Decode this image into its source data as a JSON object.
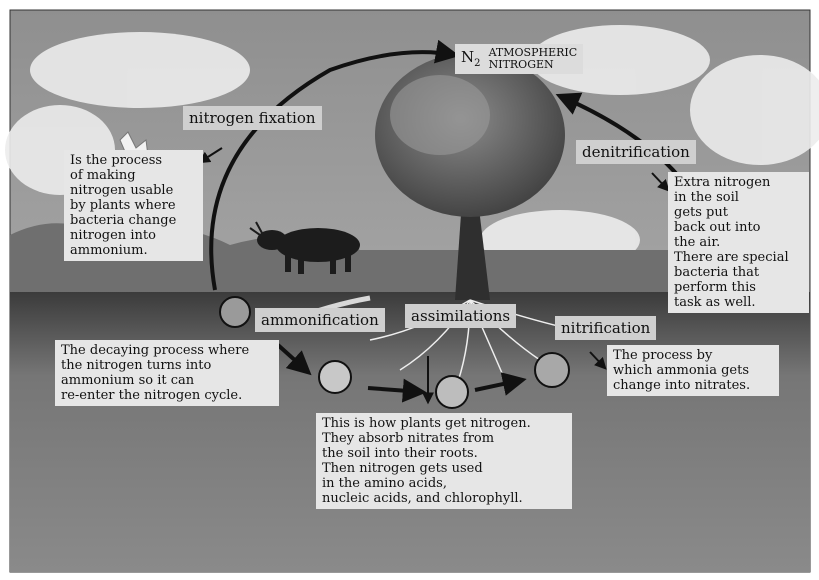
{
  "atmospheric": {
    "symbol": "N",
    "subscript": "2",
    "text": "ATMOSPHERIC\nNITROGEN"
  },
  "fixation": {
    "title": "nitrogen fixation",
    "desc": "Is the process\nof making\nnitrogen usable\nby plants where\nbacteria change\nnitrogen into\nammonium."
  },
  "denitrification": {
    "title": "denitrification",
    "desc": "Extra nitrogen\nin the soil\ngets put\nback out into\nthe air.\nThere are special\nbacteria that\nperform this\ntask as well."
  },
  "ammonification": {
    "title": "ammonification",
    "desc": "The decaying process where\nthe nitrogen turns into\nammonium so it can\nre-enter the nitrogen cycle."
  },
  "assimilation": {
    "title": "assimilations",
    "desc": "This is how plants get nitrogen.\nThey absorb nitrates from\nthe soil into their roots.\nThen nitrogen gets used\nin the amino acids,\nnucleic acids, and chlorophyll."
  },
  "nitrification": {
    "title": "nitrification",
    "desc": "The process by\nwhich ammonia gets\nchange into nitrates."
  }
}
